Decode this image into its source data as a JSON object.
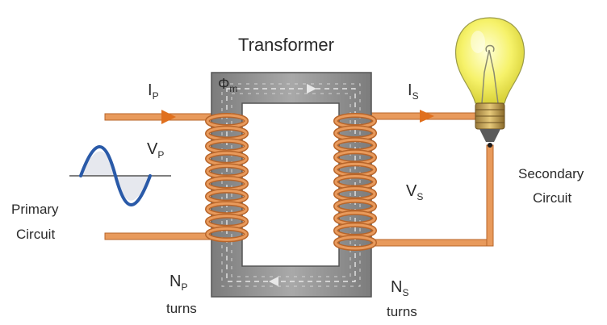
{
  "diagram": {
    "title": "Transformer",
    "primary_current": {
      "symbol": "I",
      "subscript": "P"
    },
    "secondary_current": {
      "symbol": "I",
      "subscript": "S"
    },
    "primary_voltage": {
      "symbol": "V",
      "subscript": "P"
    },
    "secondary_voltage": {
      "symbol": "V",
      "subscript": "S"
    },
    "flux": {
      "symbol": "Φ",
      "subscript": "m"
    },
    "primary_turns": {
      "symbol": "N",
      "subscript": "P",
      "unit": "turns"
    },
    "secondary_turns": {
      "symbol": "N",
      "subscript": "S",
      "unit": "turns"
    },
    "primary_circuit": {
      "line1": "Primary",
      "line2": "Circuit"
    },
    "secondary_circuit": {
      "line1": "Secondary",
      "line2": "Circuit"
    },
    "colors": {
      "wire": "#e89a5c",
      "wire_edge": "#b8652a",
      "coil": "#d9782e",
      "core": "#8f8f8f",
      "core_light": "#c4c4c4",
      "arrow": "#e0701e",
      "sine": "#2a5aa8",
      "bulb": "#f5f05a"
    }
  }
}
